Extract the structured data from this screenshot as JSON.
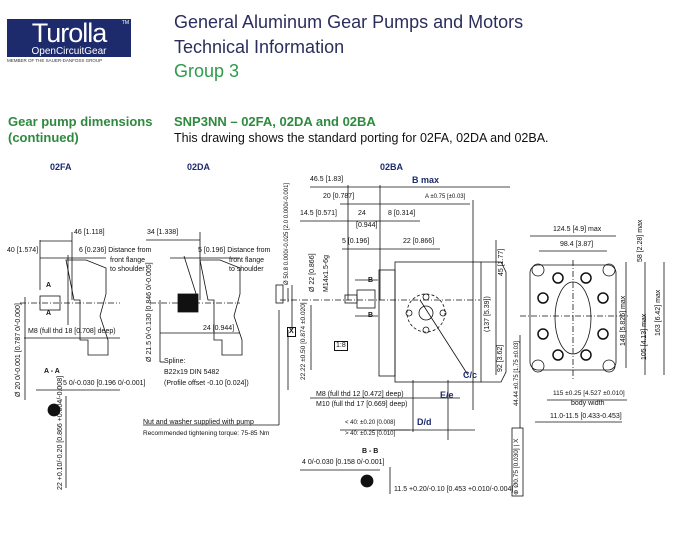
{
  "header": {
    "logo": {
      "brand": "Turolla",
      "sub": "OpenCircuitGear",
      "trademark": "TM",
      "member": "MEMBER OF THE SAUER-DANFOSS GROUP"
    },
    "title_lines": [
      "General Aluminum Gear Pumps and Motors",
      "Technical Information",
      "Group 3"
    ],
    "colors": {
      "navy": "#1d2a6b",
      "green": "#2e9a4a"
    }
  },
  "section": {
    "heading": [
      "Gear pump dimensions",
      "(continued)"
    ],
    "subtitle": "SNP3NN – 02FA, 02DA and 02BA",
    "description": "This drawing shows the standard porting for 02FA, 02DA and 02BA."
  },
  "fa": {
    "label": "02FA",
    "d46": "46 [1.118]",
    "d40": "40 [1.574]",
    "d6": "6 [0.236]  Distance from",
    "flange": "front flange",
    "shoulder": "to shoulder",
    "a1": "A",
    "a2": "A",
    "thread": "M8 (full thd 18 [0.708] deep)",
    "dia": "Ø 20 0/-0.001 [0.787 0/-0.000]",
    "section": "A - A",
    "key": "5 0/-0.030 [0.196 0/-0.001]",
    "height": "22 +0.10/-0.20 [0.866 +0.004/-0.008]"
  },
  "da": {
    "label": "02DA",
    "d34": "34 [1.338]",
    "d5": "5 [0.196]  Distance from",
    "flange": "front flange",
    "shoulder": "to shoulder",
    "d24": "24 [0.944]",
    "dia": "Ø 21.5 0/-0.130 [0.846 0/-0.005]",
    "spline": [
      "Spline:",
      "B22x19 DIN 5482",
      "(Profile offset -0.10 [0.024])"
    ],
    "nut": "Nut and washer supplied with pump",
    "torque": "Recommended tightening torque: 75-85 Nm"
  },
  "ba": {
    "label": "02BA",
    "d465": "46.5 [1.83]",
    "bmax": "B max",
    "d20": "20 [0.787]",
    "a": "A ±0.75 [±0.03]",
    "d145": "14.5 [0.571]",
    "d24": "24",
    "d24i": "[0.944]",
    "d8": "8 [0.314]",
    "d5": "5 [0.196]",
    "d22": "22 [0.866]",
    "dia508": "Ø 50.8 0.000/-0.025 [2.0 0.000/-0.001]",
    "dia22": "Ø 22 [0.866]",
    "m14": "M14x1.5-6g",
    "b1": "B",
    "b2": "B",
    "x": "X",
    "taper": "1:8",
    "d2222": "22.22 ±0.50 [0.874 ±0.020]",
    "d137": "(137 [5.39])",
    "d92": "92 [3.62]",
    "d45": "45 [1.77]",
    "cc": "C/c",
    "ee": "E/e",
    "m8": "M8 (full thd 12 [0.472] deep)",
    "m10": "M10 (full thd 17 [0.669] deep)",
    "dd": "D/d",
    "tol1": "< 40: ±0.20 [0.008]",
    "tol2": "> 40: ±0.25 [0.010]",
    "section": "B - B",
    "key": "4 0/-0.030 [0.158 0/-0.001]",
    "height": "11.5 +0.20/-0.10 [0.453 +0.010/-0.004]"
  },
  "end_view": {
    "w1245": "124.5 [4.9] max",
    "w984": "98.4 [3.87]",
    "h58": "58 [2.28] max",
    "h148": "148 [5.826] max",
    "h105": "105 [4.13] max",
    "h163": "163 [6.42] max",
    "h4444": "44.44 ±0.75 [1.75 ±0.03]",
    "body": "115 ±0.25 [4.527 ±0.010]",
    "body_label": "body width",
    "hole": "11.0-11.5 [0.433-0.453]",
    "fcf": "⊕ Ø0.75 [0.030] | X"
  }
}
